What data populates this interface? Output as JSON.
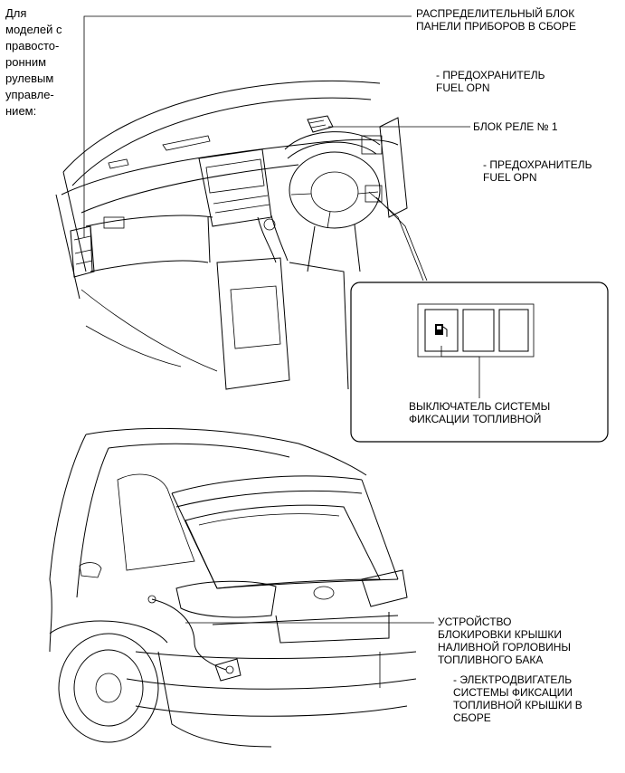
{
  "side_note": "Для\nмоделей с\nправосто-\nронним\nрулевым\nуправле-\nнием:",
  "labels": {
    "junction_block": "РАСПРЕДЕЛИТЕЛЬНЫЙ БЛОК\nПАНЕЛИ ПРИБОРОВ В СБОРЕ",
    "fuse_1": "- ПРЕДОХРАНИТЕЛЬ\nFUEL OPN",
    "relay_block": "БЛОК РЕЛЕ № 1",
    "fuse_2": "- ПРЕДОХРАНИТЕЛЬ\nFUEL OPN",
    "switch": "ВЫКЛЮЧАТЕЛЬ СИСТЕМЫ\nФИКСАЦИИ ТОПЛИВНОЙ",
    "lock_device": "УСТРОЙСТВО\nБЛОКИРОВКИ КРЫШКИ\nНАЛИВНОЙ ГОРЛОВИНЫ\nТОПЛИВНОГО БАКА",
    "motor": "- ЭЛЕКТРОДВИГАТЕЛЬ\nСИСТЕМЫ ФИКСАЦИИ\nТОПЛИВНОЙ КРЫШКИ В\nСБОРЕ"
  },
  "icons": {
    "fuel_switch_icon": "fuel-pump-icon"
  }
}
